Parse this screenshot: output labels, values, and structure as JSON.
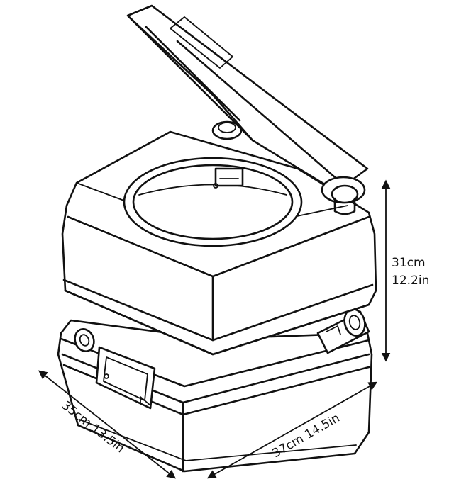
{
  "figure": {
    "subject": "portable-toilet",
    "dimensions": {
      "height": {
        "metric": "31cm",
        "imperial": "12.2in"
      },
      "depth_label": "35cm 13.5in",
      "width_label": "37cm 14.5in"
    }
  },
  "colors": {
    "line": "#111111",
    "background": "#ffffff"
  }
}
